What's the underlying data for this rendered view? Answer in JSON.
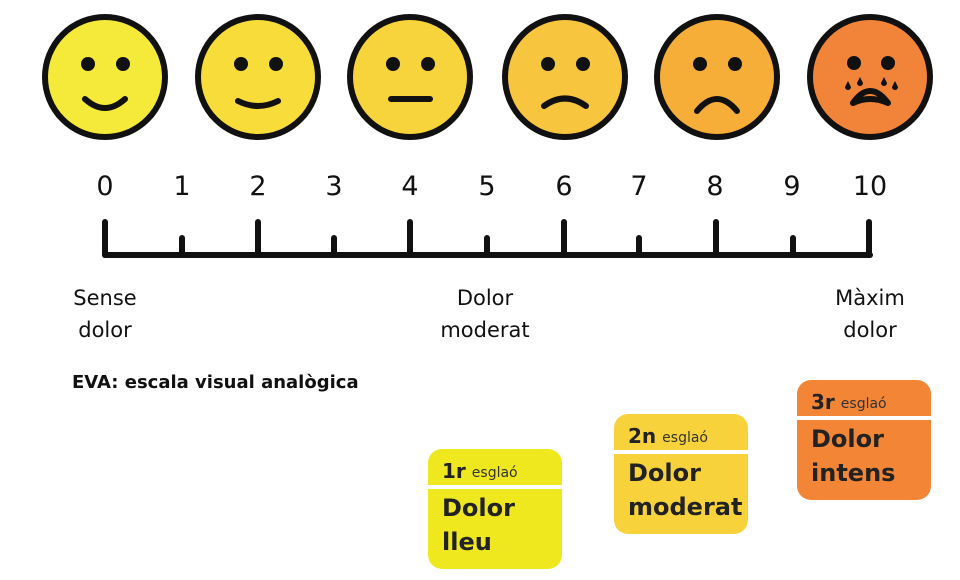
{
  "faces": [
    {
      "level": 0,
      "icon": "very-happy-face-icon",
      "color": "#f5e93a"
    },
    {
      "level": 2,
      "icon": "happy-face-icon",
      "color": "#f7dc3a"
    },
    {
      "level": 4,
      "icon": "neutral-face-icon",
      "color": "#f8d43c"
    },
    {
      "level": 6,
      "icon": "sad-face-icon",
      "color": "#f8c53e"
    },
    {
      "level": 8,
      "icon": "very-sad-face-icon",
      "color": "#f6ae38"
    },
    {
      "level": 10,
      "icon": "crying-face-icon",
      "color": "#f2843a"
    }
  ],
  "scale": {
    "numbers": [
      "0",
      "1",
      "2",
      "3",
      "4",
      "5",
      "6",
      "7",
      "8",
      "9",
      "10"
    ],
    "anchors": [
      {
        "line1": "Sense",
        "line2": "dolor"
      },
      {
        "line1": "Dolor",
        "line2": "moderat"
      },
      {
        "line1": "Màxim",
        "line2": "dolor"
      }
    ]
  },
  "caption": "EVA: escala visual analògica",
  "steps": [
    {
      "num": "1r",
      "word": "esglaó",
      "line1": "Dolor",
      "line2": "lleu",
      "color": "#efe81e"
    },
    {
      "num": "2n",
      "word": "esglaó",
      "line1": "Dolor",
      "line2": "moderat",
      "color": "#f8d23a"
    },
    {
      "num": "3r",
      "word": "esglaó",
      "line1": "Dolor",
      "line2": "intens",
      "color": "#f28536"
    }
  ]
}
